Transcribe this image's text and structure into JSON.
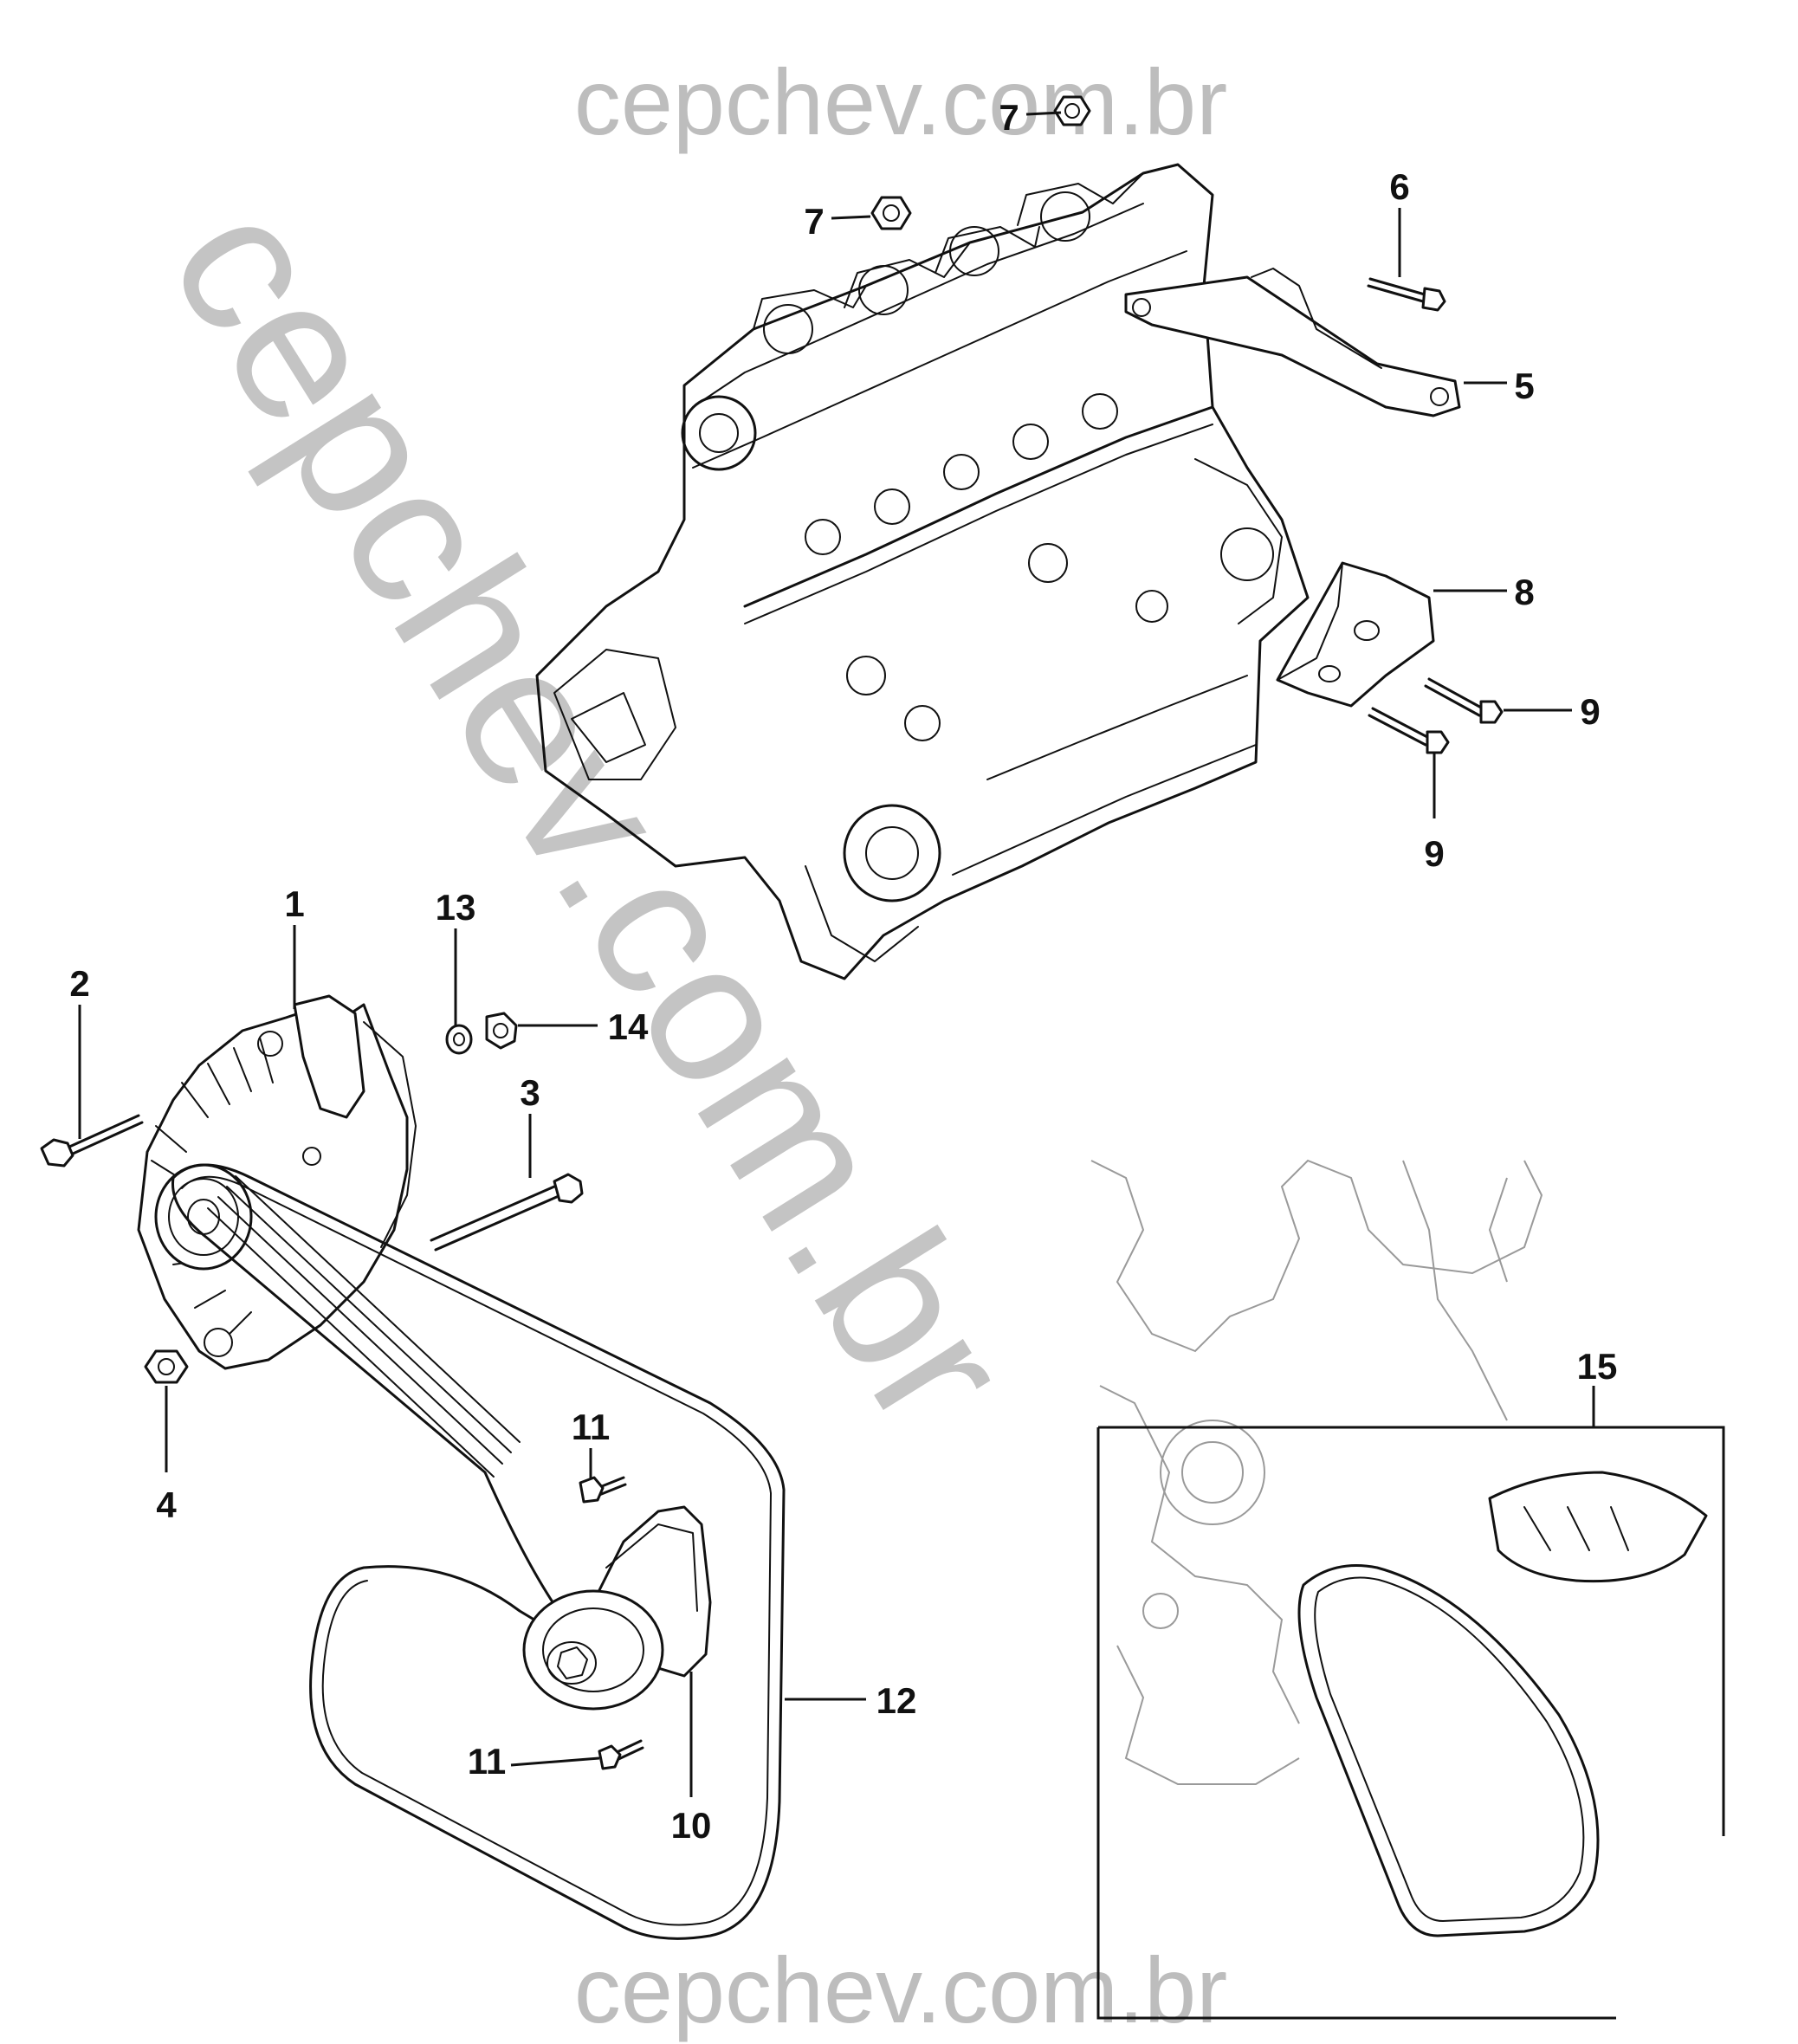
{
  "watermark": {
    "top": "cepchev.com.br",
    "bottom": "cepchev.com.br",
    "diagonal": "cepchev.com.br"
  },
  "part_labels": {
    "p1": "1",
    "p2": "2",
    "p3": "3",
    "p4": "4",
    "p5": "5",
    "p6": "6",
    "p7a": "7",
    "p7b": "7",
    "p8": "8",
    "p9a": "9",
    "p9b": "9",
    "p10": "10",
    "p11a": "11",
    "p11b": "11",
    "p12": "12",
    "p13": "13",
    "p14": "14",
    "p15": "15"
  }
}
